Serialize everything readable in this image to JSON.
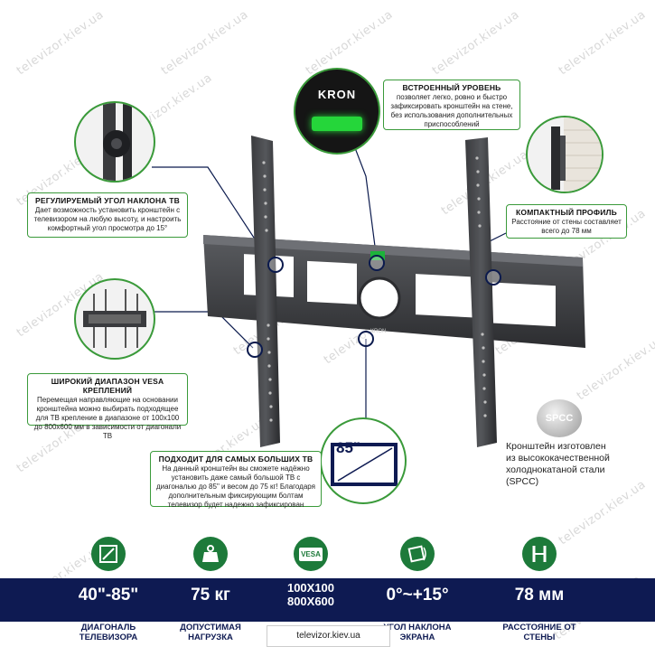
{
  "watermark": "televizor.kiev.ua",
  "callouts": {
    "level": {
      "title": "ВСТРОЕННЫЙ УРОВЕНЬ",
      "body": "позволяет легко, ровно и быстро зафиксировать кронштейн на стене, без использования дополнительных приспособлений",
      "logo": "KRON"
    },
    "tilt": {
      "title": "РЕГУЛИРУЕМЫЙ УГОЛ НАКЛОНА ТВ",
      "body": "Дает возможность установить кронштейн с телевизором на любую высоту, и настроить комфортный угол просмотра до 15°"
    },
    "profile": {
      "title": "КОМПАКТНЫЙ ПРОФИЛЬ",
      "body": "Расстояние от стены составляет всего до 78 мм"
    },
    "vesa": {
      "title": "ШИРОКИЙ ДИАПАЗОН VESA КРЕПЛЕНИЙ",
      "body": "Перемещая направляющие на основании кронштейна можно выбирать подходящее для ТВ крепление в диапазоне от 100х100 до 800х600 мм в зависимости от диагонали ТВ"
    },
    "big": {
      "title": "ПОДХОДИТ ДЛЯ САМЫХ БОЛЬШИХ ТВ",
      "body": "На данный кронштейн вы сможете надёжно установить даже самый большой ТВ с диагональю до 85\" и весом до 75 кг! Благодаря дополнительным фиксирующим болтам телевизор будет надежно зафиксирован"
    }
  },
  "screen_badge": "85\"",
  "spcc": {
    "badge": "SPCC",
    "text": "Кронштейн изготовлен из высококачественной холоднокатаной стали (SPCC)"
  },
  "specs": [
    {
      "icon": "diagonal-icon",
      "value": "40\"-85\"",
      "label": "ДИАГОНАЛЬ ТЕЛЕВИЗОРА"
    },
    {
      "icon": "weight-icon",
      "value": "75 кг",
      "label": "ДОПУСТИМАЯ НАГРУЗКА"
    },
    {
      "icon": "vesa-icon",
      "icon_text": "VESA",
      "value_line1": "100X100",
      "value_line2": "800X600",
      "label": ""
    },
    {
      "icon": "tilt-angle-icon",
      "value": "0°~+15°",
      "label": "УГОЛ НАКЛОНА ЭКРАНА"
    },
    {
      "icon": "distance-icon",
      "value": "78 мм",
      "label": "РАССТОЯНИЕ ОТ СТЕНЫ"
    }
  ],
  "footer_url": "televizor.kiev.ua",
  "colors": {
    "accent_green": "#3a9a3a",
    "band_navy": "#0e1a52",
    "icon_green": "#1d7a3a"
  }
}
